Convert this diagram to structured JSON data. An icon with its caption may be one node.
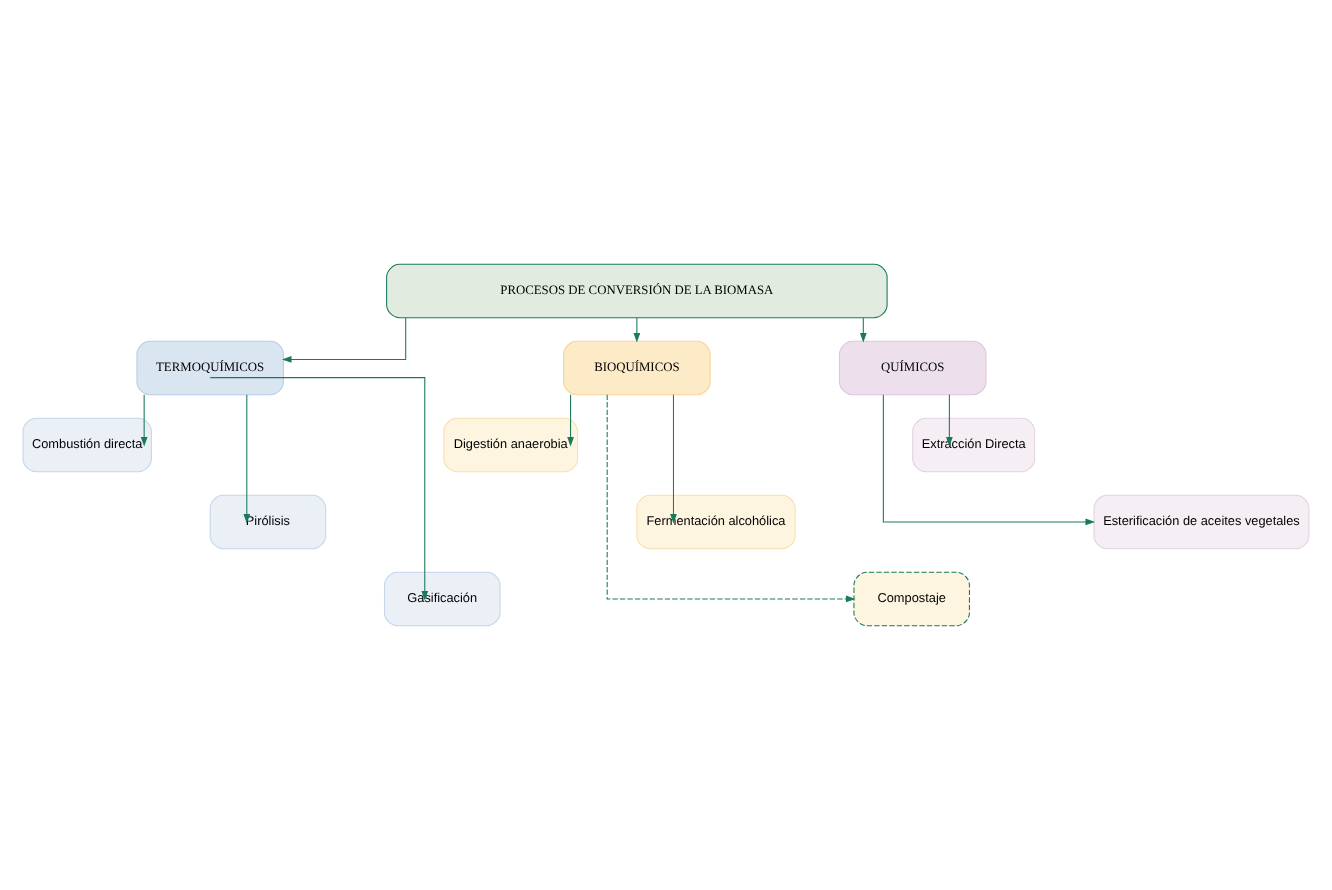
{
  "diagram": {
    "nodes": [
      {
        "text": [
          "PROCESOS DE CONVERSIÓN DE LA BIOMASA"
        ]
      },
      {
        "text": [
          "TERMOQUÍMICOS"
        ]
      },
      {
        "text": [
          "BIOQUÍMICOS"
        ]
      },
      {
        "text": [
          "QUÍMICOS"
        ]
      },
      {
        "text": [
          "Combustión directa"
        ]
      },
      {
        "text": [
          "Pirólisis"
        ]
      },
      {
        "text": [
          "Gasificación"
        ]
      },
      {
        "text": [
          "Digestión anaerobia"
        ]
      },
      {
        "text": [
          "Fermentación alcohólica"
        ]
      },
      {
        "text": [
          "Compostaje"
        ]
      },
      {
        "text": [
          "Extracción Directa"
        ]
      },
      {
        "text": [
          "Esterificación de aceites vegetales"
        ]
      }
    ],
    "edges": [
      {
        "from": 0,
        "to": 1,
        "arrow": "to"
      },
      {
        "from": 0,
        "to": 2,
        "arrow": "to"
      },
      {
        "from": 0,
        "to": 3,
        "arrow": "to"
      },
      {
        "from": 1,
        "to": 4,
        "arrow": "to"
      },
      {
        "from": 1,
        "to": 5,
        "arrow": "to"
      },
      {
        "from": 1,
        "to": 6,
        "arrow": "to"
      },
      {
        "from": 2,
        "to": 7,
        "arrow": "to"
      },
      {
        "from": 2,
        "to": 8,
        "arrow": "to"
      },
      {
        "from": 2,
        "to": 9,
        "arrow": "to",
        "style": "dashed"
      },
      {
        "from": 3,
        "to": 10,
        "arrow": "to"
      },
      {
        "from": 3,
        "to": 11,
        "arrow": "to"
      }
    ]
  }
}
